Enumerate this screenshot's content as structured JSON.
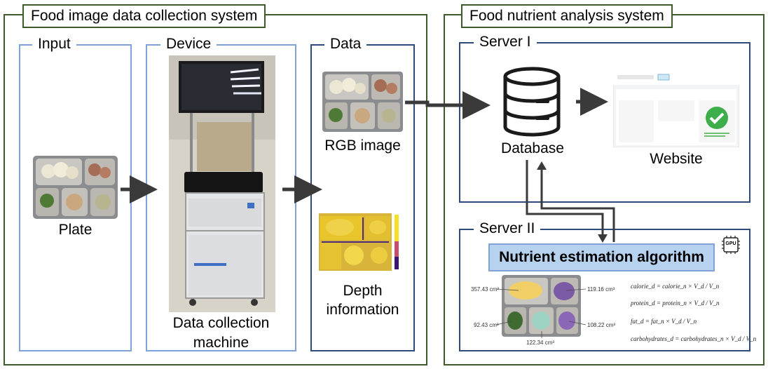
{
  "left_system": {
    "title": "Food image data collection system"
  },
  "right_system": {
    "title": "Food nutrient analysis system"
  },
  "input": {
    "title": "Input",
    "plate_label": "Plate"
  },
  "device": {
    "title": "Device",
    "caption_line1": "Data collection",
    "caption_line2": "machine"
  },
  "data": {
    "title": "Data",
    "rgb_label": "RGB image",
    "depth_label_line1": "Depth",
    "depth_label_line2": "information"
  },
  "server1": {
    "title": "Server I",
    "database_label": "Database",
    "website_label": "Website"
  },
  "server2": {
    "title": "Server II",
    "algorithm_label": "Nutrient estimation algorithm",
    "gpu_label": "GPU",
    "volumes": [
      "357.43 cm³",
      "119.16 cm³",
      "92.43 cm³",
      "108.22 cm³",
      "122.34 cm³"
    ],
    "equations": [
      "calorie_d = calorie_n × V_d / V_n",
      "protein_d = protein_n × V_d / V_n",
      "fat_d = fat_n × V_d / V_n",
      "carbohydrates_d = carbohydrates_n × V_d / V_n"
    ]
  },
  "colors": {
    "system_border": "#3d5a2a",
    "light_blue": "#7fa3d8",
    "dark_blue": "#2e4a7a",
    "arrow": "#3a3a3a",
    "algorithm_fill": "#b7d2ee"
  }
}
